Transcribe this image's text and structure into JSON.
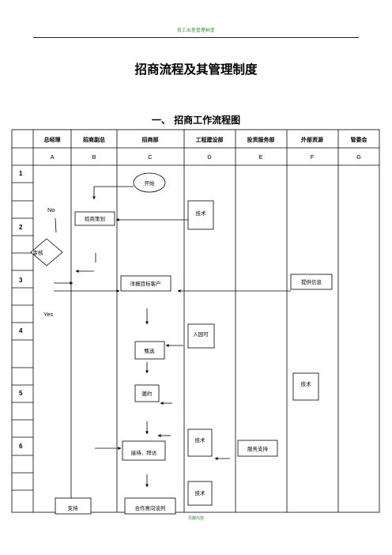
{
  "header": {
    "text": "员工出差管理制度"
  },
  "title": "招商流程及其管理制度",
  "subtitle": "一、 招商工作流程图",
  "columns": [
    {
      "name": "总经理",
      "letter": "A"
    },
    {
      "name": "招商副总",
      "letter": "B"
    },
    {
      "name": "招商部",
      "letter": "C"
    },
    {
      "name": "工程建设部",
      "letter": "D"
    },
    {
      "name": "投资服务部",
      "letter": "E"
    },
    {
      "name": "外部资源",
      "letter": "F"
    },
    {
      "name": "管委会",
      "letter": "G"
    }
  ],
  "rows": [
    "1",
    "2",
    "3",
    "4",
    "5",
    "6"
  ],
  "nodes": {
    "start": "开始",
    "plan": "招商策划",
    "tech1": "技术",
    "review": "审核",
    "target": "洋报目标客户",
    "info": "提供信息",
    "access": "入园可",
    "screen": "甄选",
    "tech2": "技术",
    "invite": "邀约",
    "tech3": "技术",
    "visit": "接待、拜访",
    "service": "服务支持",
    "tech4": "技术",
    "support": "支持",
    "negotiate": "合作意向谈判"
  },
  "labels": {
    "no": "No",
    "yes": "Yes"
  },
  "footer": "页脚内容"
}
